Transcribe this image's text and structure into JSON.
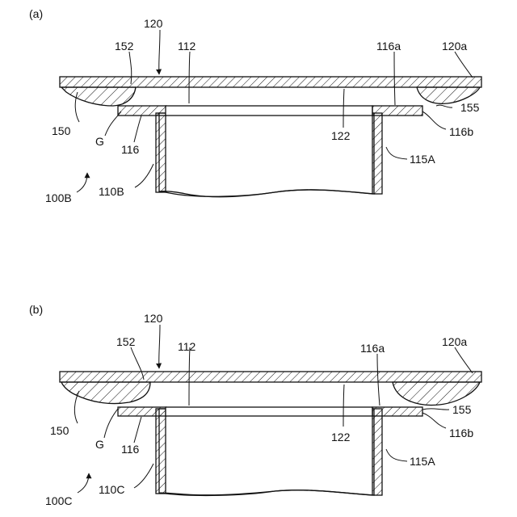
{
  "panels": [
    {
      "id": "a",
      "panel_label": "(a)",
      "labels": {
        "l120": "120",
        "l152": "152",
        "l112": "112",
        "l116a": "116a",
        "l120a": "120a",
        "l155": "155",
        "l150": "150",
        "lG": "G",
        "l116": "116",
        "l122": "122",
        "l116b": "116b",
        "l115A": "115A",
        "l100": "100B",
        "l110": "110B"
      }
    },
    {
      "id": "b",
      "panel_label": "(b)",
      "labels": {
        "l120": "120",
        "l152": "152",
        "l112": "112",
        "l116a": "116a",
        "l120a": "120a",
        "l155": "155",
        "l150": "150",
        "lG": "G",
        "l116": "116",
        "l122": "122",
        "l116b": "116b",
        "l115A": "115A",
        "l100": "100C",
        "l110": "110C"
      }
    }
  ]
}
